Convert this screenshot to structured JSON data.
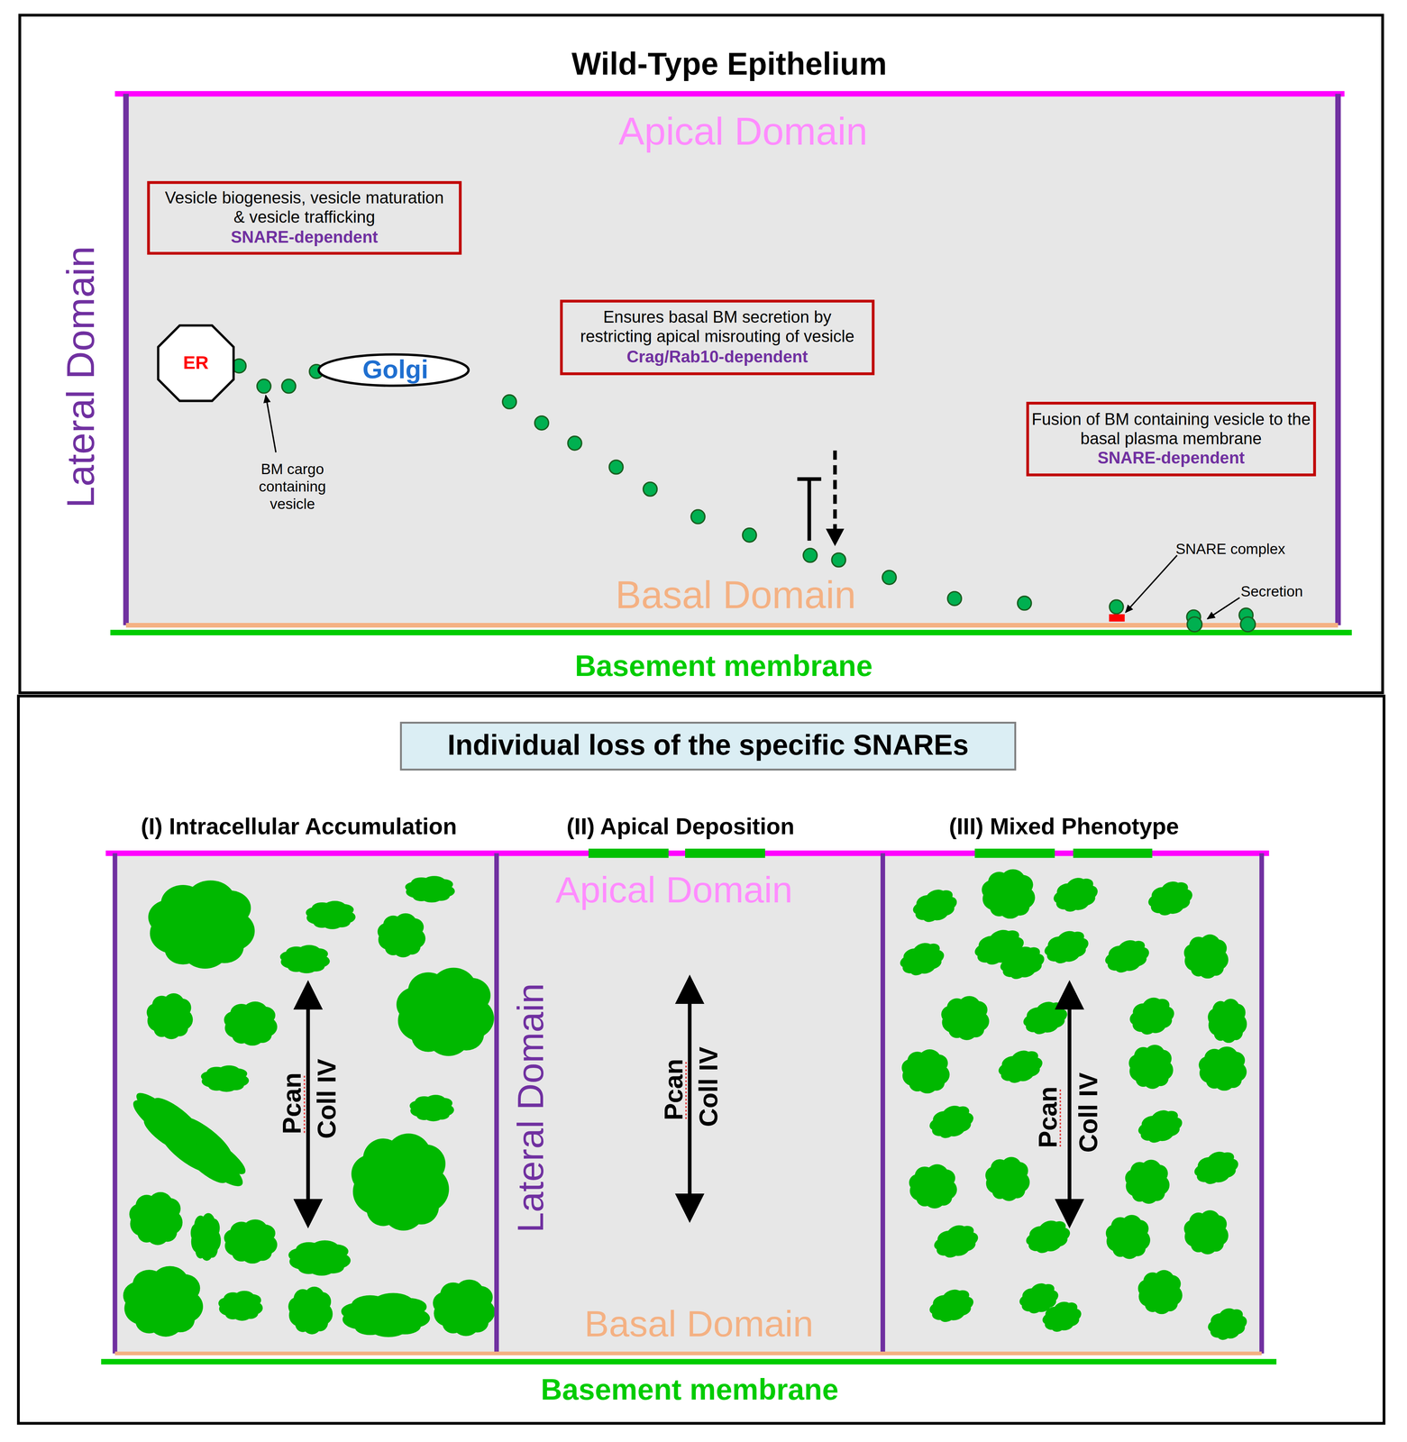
{
  "diagram": {
    "nodes": [
      {
        "text": [
          "Wild-Type Epithelium"
        ]
      },
      {
        "text": [
          "Apical Domain",
          "Lateral Domain",
          "Basal Domain"
        ],
        "in": 0
      },
      {
        "text": [
          "ER"
        ],
        "in": 1
      },
      {
        "text": [
          "Golgi"
        ],
        "in": 1
      },
      {
        "text": [
          "Vesicle biogenesis, vesicle maturation & vesicle trafficking",
          "SNARE-dependent"
        ],
        "in": 1
      },
      {
        "text": [
          "Ensures basal BM secretion by restricting apical misrouting of vesicle",
          "Crag/Rab10-dependent"
        ],
        "in": 1
      },
      {
        "text": [
          "Fusion of BM containing vesicle to the basal plasma membrane",
          "SNARE-dependent"
        ],
        "in": 1
      },
      {
        "text": [
          "Individual loss of the specific SNAREs"
        ]
      },
      {
        "text": [
          "(I) Intracellular Accumulation",
          "Pcan",
          "Coll IV"
        ]
      },
      {
        "text": [
          "(II) Apical Deposition",
          "Apical Domain",
          "Lateral Domain",
          "Pcan",
          "Coll IV",
          "Basal Domain"
        ]
      },
      {
        "text": [
          "(III) Mixed Phenotype",
          "Pcan",
          "Coll IV"
        ]
      }
    ],
    "labels": [
      "BM cargo containing vesicle",
      "SNARE complex",
      "Secretion",
      "Basement membrane",
      "Basement membrane"
    ]
  }
}
